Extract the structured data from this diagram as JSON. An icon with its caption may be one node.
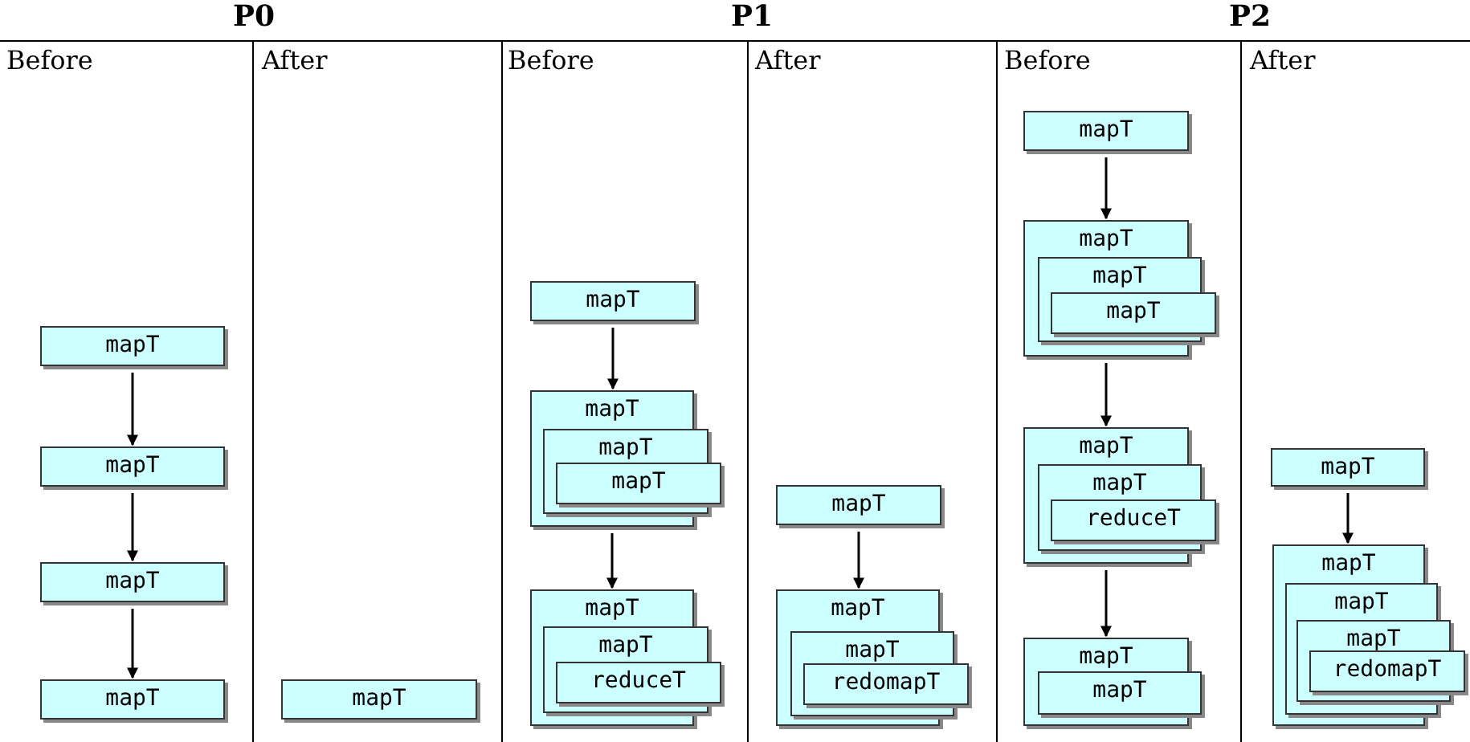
{
  "diagram": {
    "nodes": [
      {
        "text": [
          "mapT"
        ]
      },
      {
        "text": [
          "mapT"
        ]
      },
      {
        "text": [
          "mapT"
        ]
      },
      {
        "text": [
          "mapT"
        ]
      },
      {
        "text": [
          "mapT"
        ]
      },
      {
        "text": [
          "mapT"
        ]
      },
      {
        "text": [
          "mapT"
        ]
      },
      {
        "text": [
          "mapT"
        ],
        "in": 6
      },
      {
        "text": [
          "mapT"
        ],
        "in": 7
      },
      {
        "text": [
          "mapT"
        ]
      },
      {
        "text": [
          "mapT"
        ],
        "in": 9
      },
      {
        "text": [
          "reduceT"
        ],
        "in": 10
      },
      {
        "text": [
          "mapT"
        ]
      },
      {
        "text": [
          "mapT"
        ]
      },
      {
        "text": [
          "mapT"
        ],
        "in": 13
      },
      {
        "text": [
          "redomapT"
        ],
        "in": 14
      },
      {
        "text": [
          "mapT"
        ]
      },
      {
        "text": [
          "mapT"
        ]
      },
      {
        "text": [
          "mapT"
        ],
        "in": 17
      },
      {
        "text": [
          "mapT"
        ],
        "in": 18
      },
      {
        "text": [
          "mapT"
        ]
      },
      {
        "text": [
          "mapT"
        ],
        "in": 20
      },
      {
        "text": [
          "reduceT"
        ],
        "in": 21
      },
      {
        "text": [
          "mapT"
        ]
      },
      {
        "text": [
          "mapT"
        ],
        "in": 23
      },
      {
        "text": [
          "mapT"
        ]
      },
      {
        "text": [
          "mapT"
        ]
      },
      {
        "text": [
          "mapT"
        ],
        "in": 26
      },
      {
        "text": [
          "mapT"
        ],
        "in": 27
      },
      {
        "text": [
          "redomapT"
        ],
        "in": 28
      }
    ],
    "edges": [
      {
        "from": 0,
        "to": 1,
        "arrow": "to"
      },
      {
        "from": 1,
        "to": 2,
        "arrow": "to"
      },
      {
        "from": 2,
        "to": 3,
        "arrow": "to"
      },
      {
        "from": 5,
        "to": 6,
        "arrow": "to"
      },
      {
        "from": 6,
        "to": 9,
        "arrow": "to"
      },
      {
        "from": 12,
        "to": 13,
        "arrow": "to"
      },
      {
        "from": 16,
        "to": 17,
        "arrow": "to"
      },
      {
        "from": 17,
        "to": 20,
        "arrow": "to"
      },
      {
        "from": 20,
        "to": 23,
        "arrow": "to"
      },
      {
        "from": 25,
        "to": 26,
        "arrow": "to"
      }
    ],
    "labels": [
      "P0",
      "P1",
      "P2",
      "Before",
      "After",
      "Before",
      "After",
      "Before",
      "After"
    ]
  }
}
